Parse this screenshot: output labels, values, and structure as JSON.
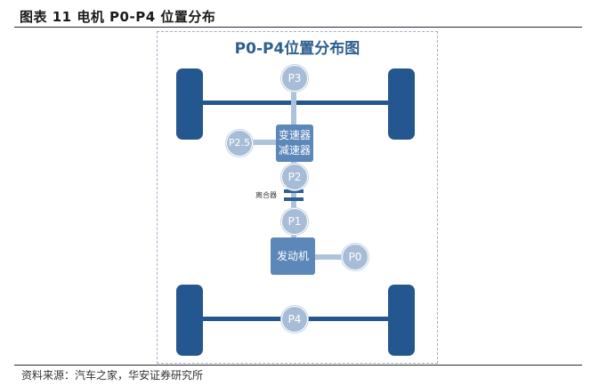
{
  "figure_title": "图表 11  电机 P0-P4 位置分布",
  "source": "资料来源：汽车之家，华安证券研究所",
  "diagram": {
    "title": "P0-P4位置分布图",
    "nodes": {
      "p0": "P0",
      "p1": "P1",
      "p2": "P2",
      "p2_5": "P2.5",
      "p3": "P3",
      "p4": "P4"
    },
    "transmission_line1": "变速器",
    "transmission_line2": "减速器",
    "engine": "发动机",
    "clutch": "离合器"
  },
  "colors": {
    "wheel": "#24578f",
    "shaft": "#aec3db",
    "node": "#a7bcd6",
    "box": "#5c87b9",
    "title": "#2e5f8f"
  }
}
